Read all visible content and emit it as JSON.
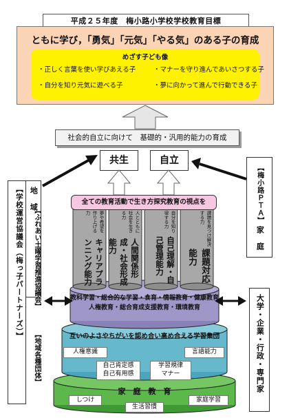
{
  "header": {
    "title": "平成２５年度　梅小路小学校学校教育目標"
  },
  "goal": {
    "main": "ともに学び，「勇気」「元気」「やる気」のある子の育成"
  },
  "target_children": {
    "heading": "めざす子ども像",
    "items": [
      "・正しく言葉を使い学びあえる子",
      "・マナーを守り進んであいさつする子",
      "・自分を知り元気に遊べる子",
      "・夢に向かって進んで行動できる子"
    ]
  },
  "society": {
    "text": "社会的自立に向けて　基礎的・汎用的能力の育成"
  },
  "pillars_top": {
    "kyousei": "共生",
    "jiritsu": "自立"
  },
  "cylinder": {
    "banner": "全ての教育活動で生き方探究教育の視点を",
    "pillars": [
      {
        "title": "キャリアプランニング能力",
        "sub": "夢や希望を作り上げる力"
      },
      {
        "title": "人間関係形成・社会形成能力",
        "sub": "人とともに社会を生きる力"
      },
      {
        "title": "自己理解・自己管理能力",
        "sub": "自分を知り律する力"
      },
      {
        "title": "課題対応能力",
        "sub": "課題を見つけ解決する力"
      }
    ],
    "tier1": [
      "教科学習・総合的な学習・食育・情報教育・健康教育",
      "人権教育・総合育成支援教育・環境教育"
    ],
    "tier2": "互いのよさやちがいを認め合い高め合える学習集団",
    "tier2_labels": [
      "人権意識",
      "言語能力",
      "自己肯定感",
      "自己有用感",
      "学習規律",
      "マナー"
    ],
    "tier3": "家　庭　教　育",
    "tier3_labels": [
      "しつけ",
      "生活習慣",
      "家庭学習"
    ]
  },
  "sides": {
    "region_title": "地　域",
    "region_lines": [
      "【学校運営協議会（梅っ子パートナーズ）】",
      "【ふれあい土曜学習推進協議会】",
      "【地域各種団体】"
    ],
    "home_title": "家　庭",
    "home_sub": "【梅小路ＰＴＡ】",
    "univ": "大学・企業・行政・専門家"
  },
  "colors": {
    "goal_bg": "#fbd3b5",
    "child_bg": "#fff200",
    "tier3": "#5cb84a",
    "tier2": "#66b8cc",
    "tier1": "#9f97c7",
    "pillar": "#a8a8a8"
  }
}
